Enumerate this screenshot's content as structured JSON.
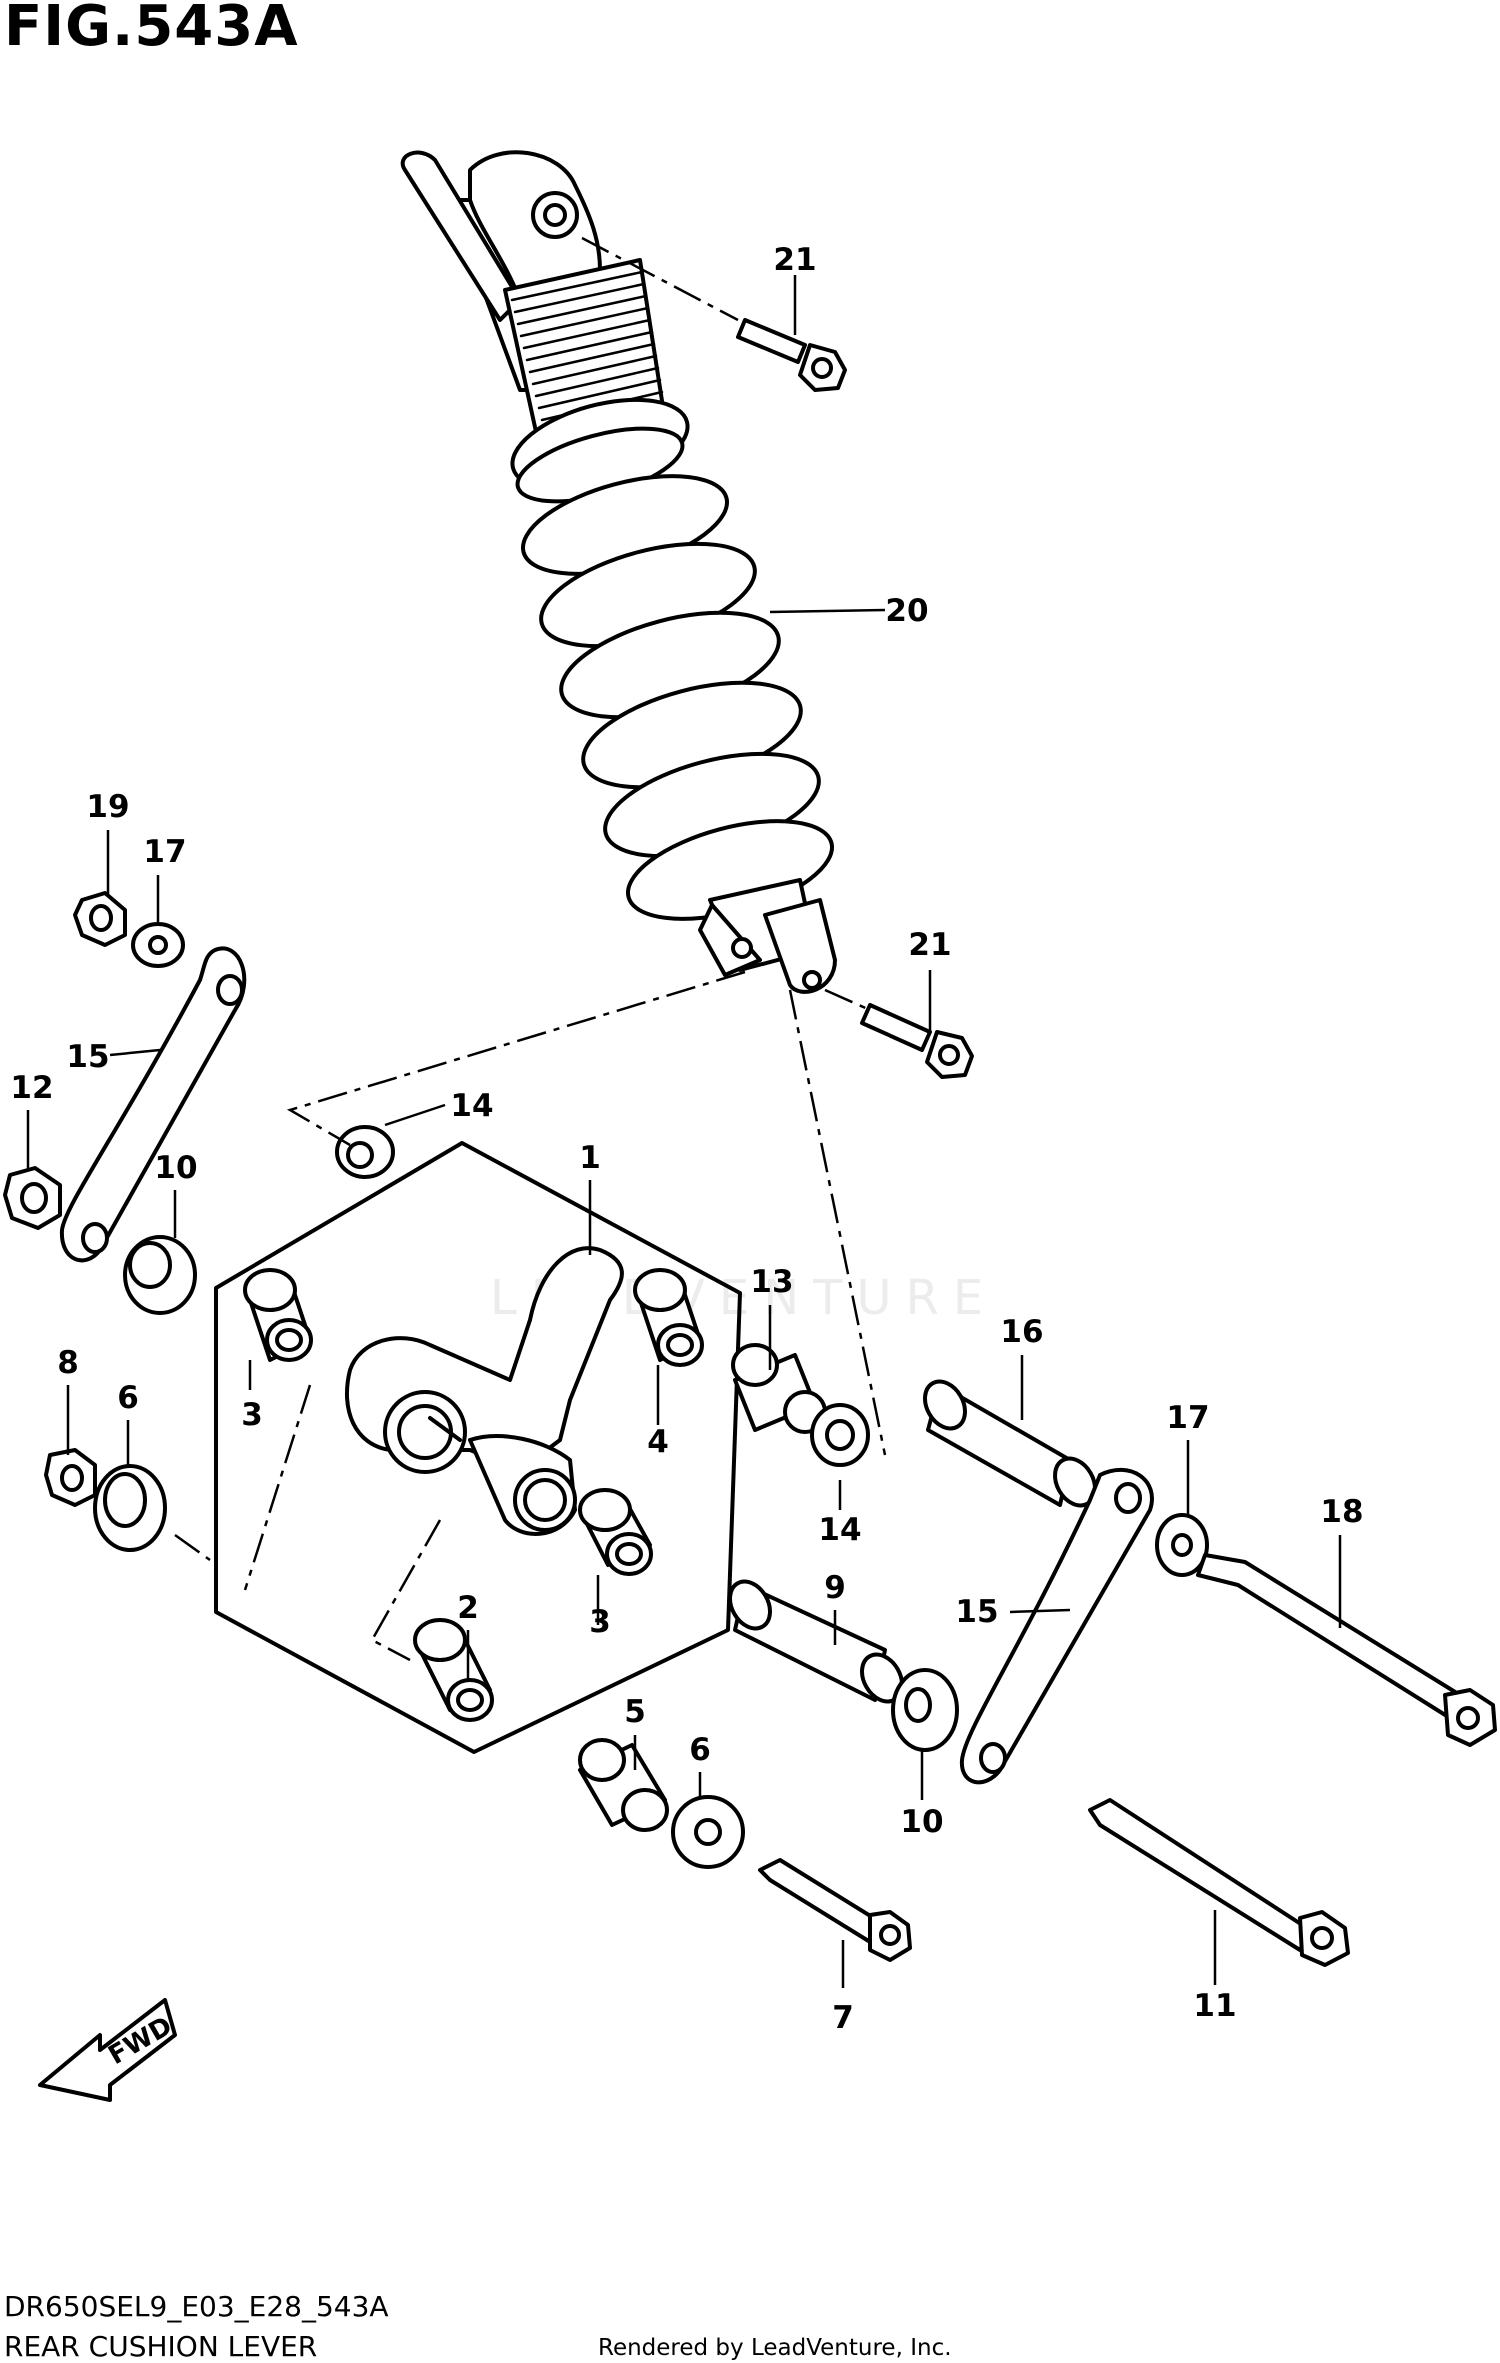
{
  "header": {
    "figure_title": "FIG.543A"
  },
  "watermark": {
    "text": "LEADVENTURE"
  },
  "diagram": {
    "fwd_label": "FWD",
    "part_labels": {
      "p1": "1",
      "p2": "2",
      "p3a": "3",
      "p3b": "3",
      "p4": "4",
      "p5": "5",
      "p6a": "6",
      "p6b": "6",
      "p7": "7",
      "p8": "8",
      "p9": "9",
      "p10a": "10",
      "p10b": "10",
      "p11": "11",
      "p12": "12",
      "p13": "13",
      "p14a": "14",
      "p14b": "14",
      "p15a": "15",
      "p15b": "15",
      "p16": "16",
      "p17a": "17",
      "p17b": "17",
      "p18": "18",
      "p19": "19",
      "p20": "20",
      "p21a": "21",
      "p21b": "21"
    }
  },
  "footer": {
    "model_code": "DR650SEL9_E03_E28_543A",
    "section_title": "REAR CUSHION LEVER",
    "credit": "Rendered by LeadVenture, Inc."
  }
}
